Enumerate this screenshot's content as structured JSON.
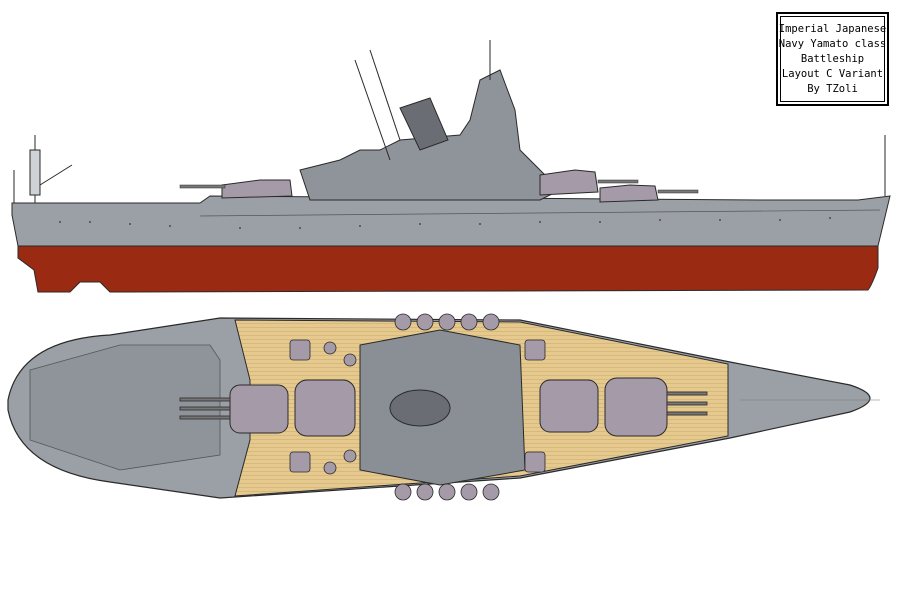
{
  "caption": {
    "line1": "Imperial Japanese",
    "line2": "Navy Yamato class",
    "line3": "Battleship",
    "line4": "Layout C Variant",
    "line5": "By TZoli"
  },
  "colors": {
    "hull_gray": "#9ba0a6",
    "superstructure": "#8f949a",
    "turret": "#a49aa8",
    "waterline_red": "#9a2a12",
    "deck_wood": "#e6c98e",
    "outline": "#2a2a2a",
    "funnel": "#6a6e74"
  }
}
